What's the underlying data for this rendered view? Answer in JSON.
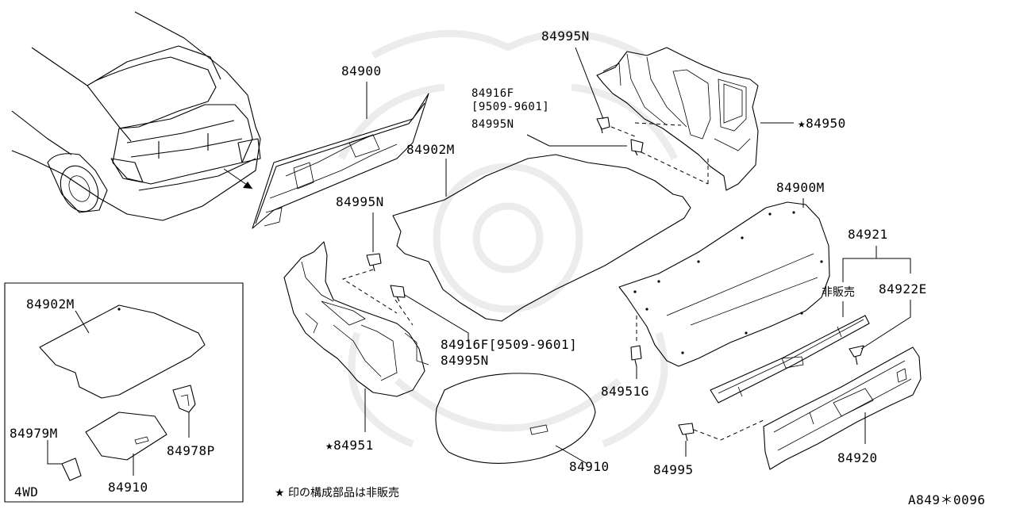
{
  "labels": {
    "p84900": "84900",
    "p84902m": "84902M",
    "p84995n_top": "84995N",
    "p84916f_top": "84916F",
    "p84916f_top_range": "[9509-9601]",
    "p84995n_mid": "84995N",
    "p84950": "★84950",
    "p84995n_left": "84995N",
    "p84900m": "84900M",
    "p84921": "84921",
    "not_for_sale": "非販売",
    "p84922e": "84922E",
    "p84916f_low": "84916F[9509-9601]",
    "p84995n_low": "84995N",
    "p84951g": "84951G",
    "p84951": "★84951",
    "p84910": "84910",
    "p84995": "84995",
    "p84920": "84920"
  },
  "inset": {
    "p84902m": "84902M",
    "p84979m": "84979M",
    "p84978p": "84978P",
    "p84910": "84910",
    "variant": "4WD"
  },
  "footer": {
    "note": "★ 印の構成部品は非販売",
    "code": "A849＊0096"
  }
}
